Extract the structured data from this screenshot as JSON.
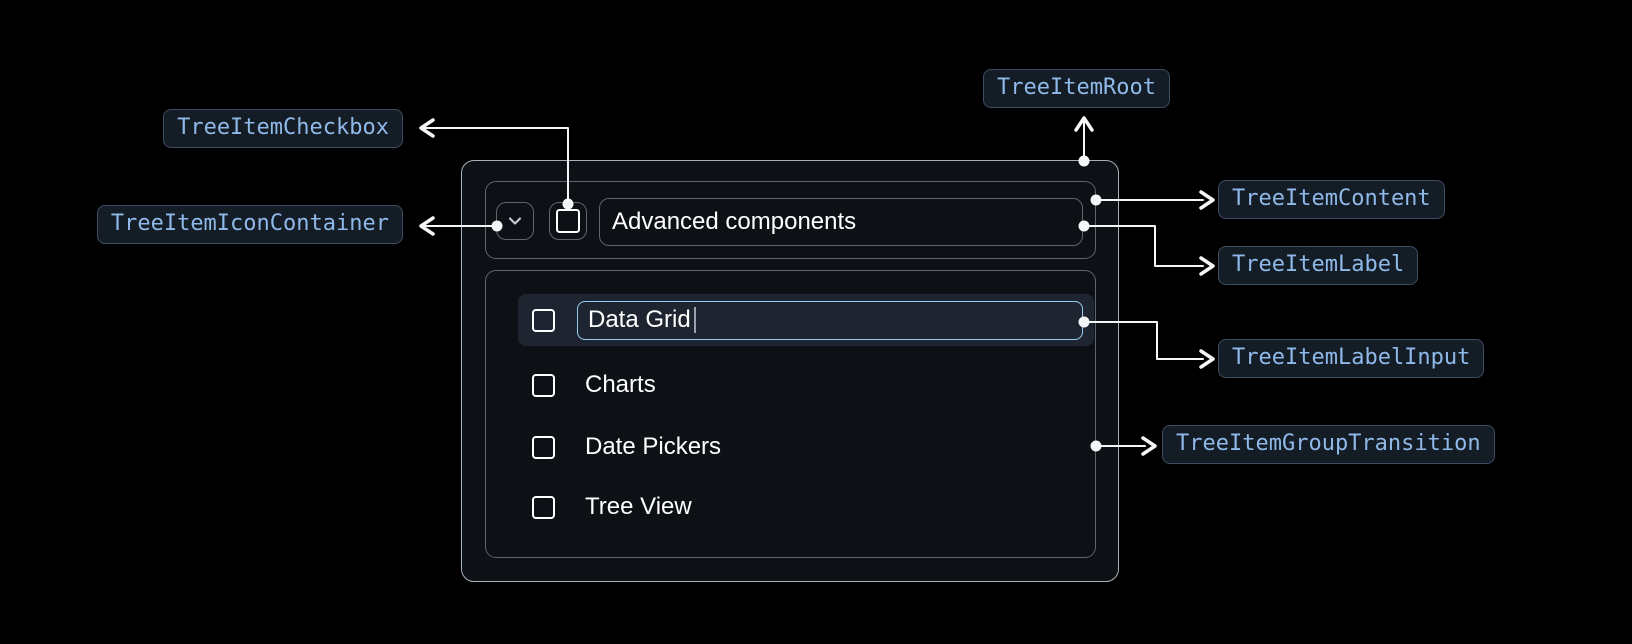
{
  "diagram": "tree-item-anatomy",
  "annotations": {
    "tree_item_checkbox": "TreeItemCheckbox",
    "tree_item_icon_container": "TreeItemIconContainer",
    "tree_item_root": "TreeItemRoot",
    "tree_item_content": "TreeItemContent",
    "tree_item_label": "TreeItemLabel",
    "tree_item_label_input": "TreeItemLabelInput",
    "tree_item_group_transition": "TreeItemGroupTransition"
  },
  "tree": {
    "parent_label": "Advanced components",
    "editing_item_value": "Data Grid",
    "child_items": [
      "Charts",
      "Date Pickers",
      "Tree View"
    ],
    "checkboxes_state": "unchecked",
    "expand_icon": "chevron-down-icon"
  },
  "colors": {
    "page_background": "#000000",
    "root_background": "#0d1015",
    "root_border": "#a8b0b9",
    "inner_border": "#5d656f",
    "selected_row_background": "#1e2530",
    "input_focus_border": "#99ccf3",
    "badge_background": "#141c26",
    "badge_border": "#3e4d61",
    "badge_text": "#8fb9e9",
    "item_text": "#ffffff",
    "connector": "#f4f6f8"
  }
}
